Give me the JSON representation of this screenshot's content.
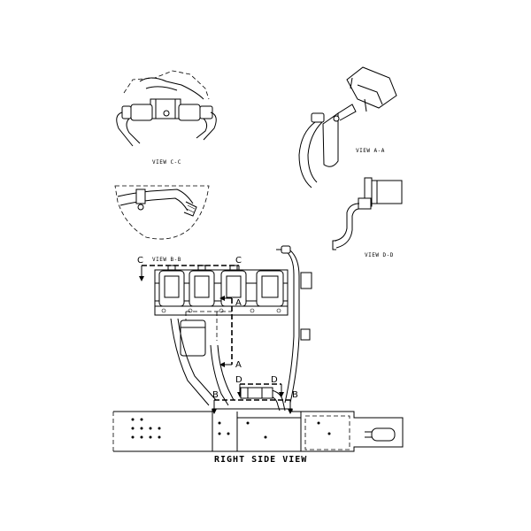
{
  "views": {
    "c_c": "VIEW C-C",
    "a_a": "VIEW A-A",
    "d_d": "VIEW D-D",
    "b_b": "VIEW B-B"
  },
  "section_markers": {
    "c": "C",
    "a": "A",
    "b": "B",
    "d": "D"
  },
  "main_title": "RIGHT SIDE VIEW"
}
